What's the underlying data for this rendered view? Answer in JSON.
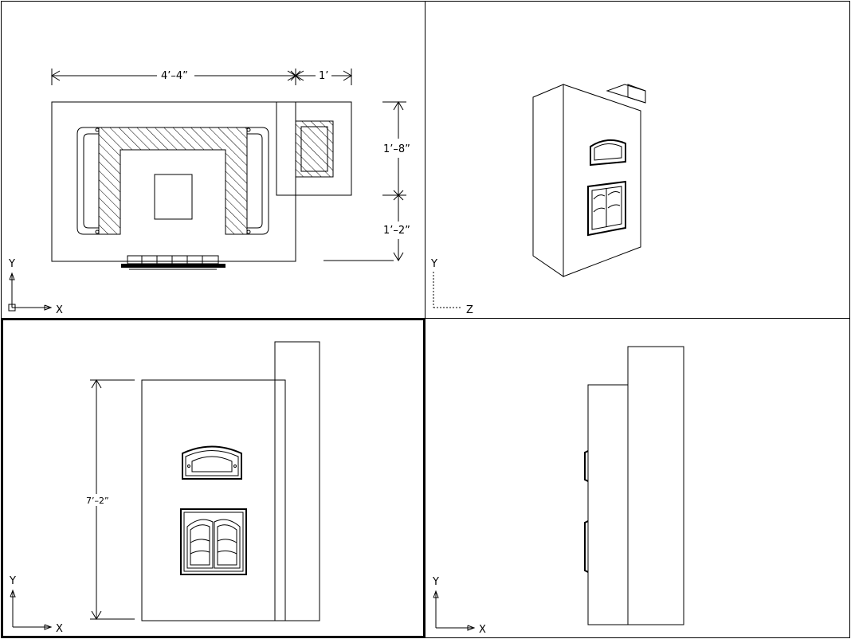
{
  "viewports": {
    "top_left": {
      "view": "plan",
      "dimensions": {
        "width_main": "4’–4”",
        "width_side": "1’",
        "depth_upper": "1’–8”",
        "depth_lower": "1’–2”"
      },
      "ucs": {
        "y": "Y",
        "x": "X"
      }
    },
    "top_right": {
      "view": "isometric",
      "ucs": {
        "y": "Y",
        "x": "Z"
      }
    },
    "bottom_left": {
      "view": "front",
      "active": true,
      "dimensions": {
        "height": "7’–2”"
      },
      "ucs": {
        "y": "Y",
        "x": "X"
      }
    },
    "bottom_right": {
      "view": "side",
      "ucs": {
        "y": "Y",
        "x": "X"
      }
    }
  },
  "colors": {
    "background": "#ffffff",
    "lines": "#000000"
  }
}
